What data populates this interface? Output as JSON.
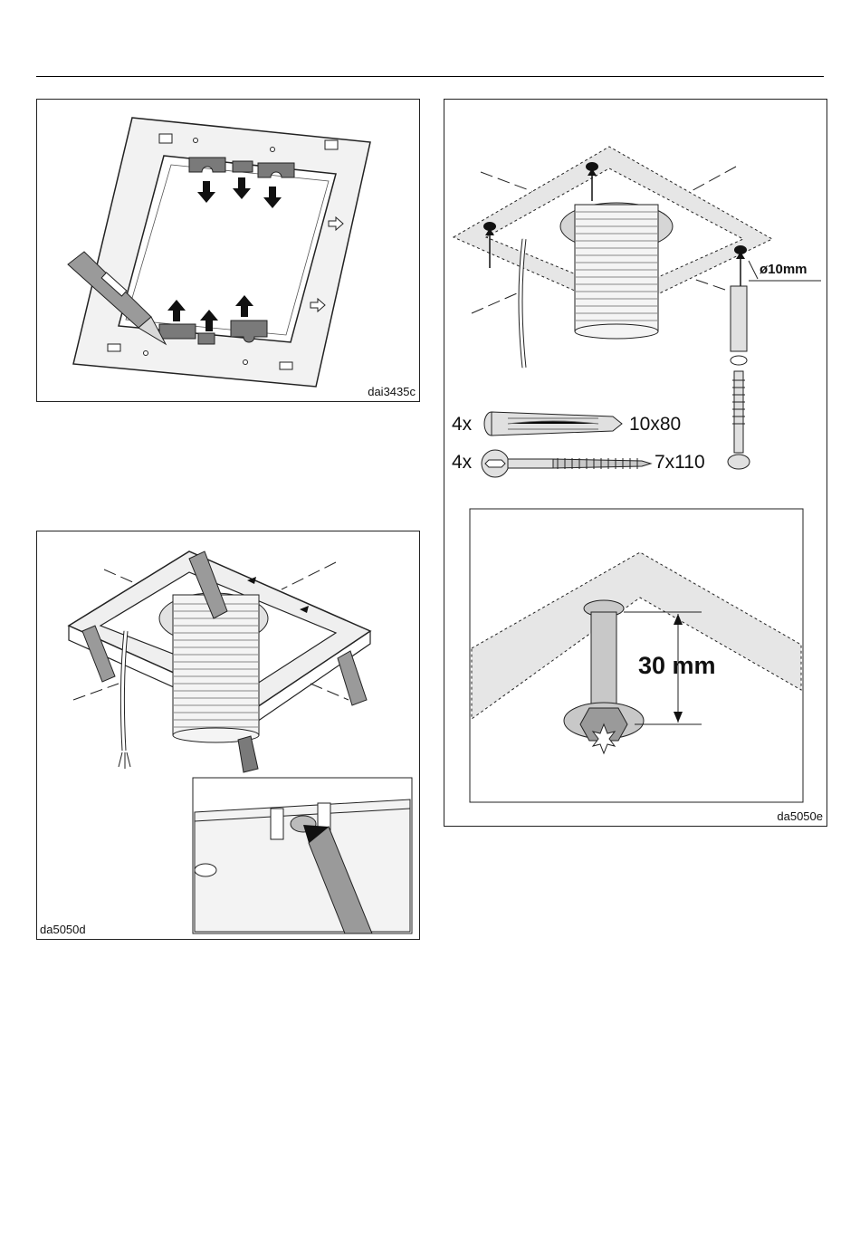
{
  "figures": {
    "fig1": {
      "code": "dai3435c"
    },
    "fig2": {
      "code": "da5050d"
    },
    "fig3": {
      "code": "da5050e",
      "hole_diameter": "ø10mm",
      "dowel": {
        "qty": "4x",
        "size": "10x80"
      },
      "screw": {
        "qty": "4x",
        "size": "7x110"
      },
      "distance": "30 mm"
    }
  },
  "colors": {
    "line": "#222222",
    "tint": "#e6e6e6",
    "dark": "#7a7a7a"
  }
}
